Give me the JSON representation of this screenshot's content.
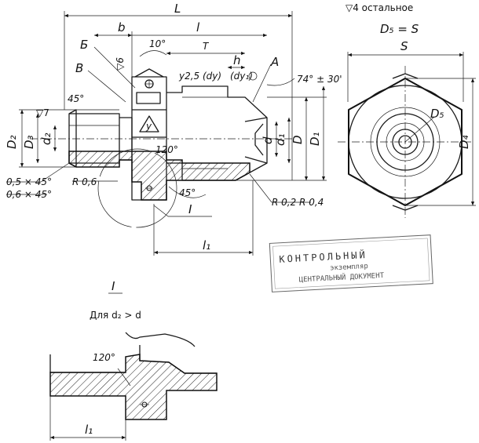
{
  "header": {
    "roughness_note": "▽4  остальное",
    "relation": "D₅ = S"
  },
  "dimensions": {
    "L": "L",
    "b": "b",
    "l": "l",
    "T": "T",
    "h": "h",
    "S": "S",
    "D": "D",
    "D1": "D₁",
    "D2": "D₂",
    "D3": "D₃",
    "D4": "D₄",
    "D5": "D₅",
    "d": "d",
    "d1": "d₁",
    "d2": "d₂",
    "l1": "l₁",
    "l1_detail": "l₁"
  },
  "angles": {
    "a45_left": "45°",
    "a10": "10°",
    "a74": "74° ± 30'",
    "a120": "120°",
    "a45_bottom": "45°",
    "a120_detail": "120°"
  },
  "callouts": {
    "A": "А",
    "B": "Б",
    "V": "В",
    "I": "I",
    "y25": "y2,5 (dy)",
    "dy1": "(dy₁)",
    "roughness_7": "▽7",
    "roughness_6": "▽6",
    "chamfer_top": "0,5 × 45°",
    "chamfer_bottom": "0,6 × 45°",
    "radius_left": "R 0,6",
    "radius_right": "R 0,2  R 0,4",
    "marker_y": "y"
  },
  "detail": {
    "label": "I",
    "condition": "Для  d₂ > d"
  },
  "stamp": {
    "line1": "КОНТРОЛЬНЫЙ",
    "line2": "экземпляр",
    "line3": "ЦЕНТРАЛЬНЫЙ ДОКУМЕНТ"
  }
}
